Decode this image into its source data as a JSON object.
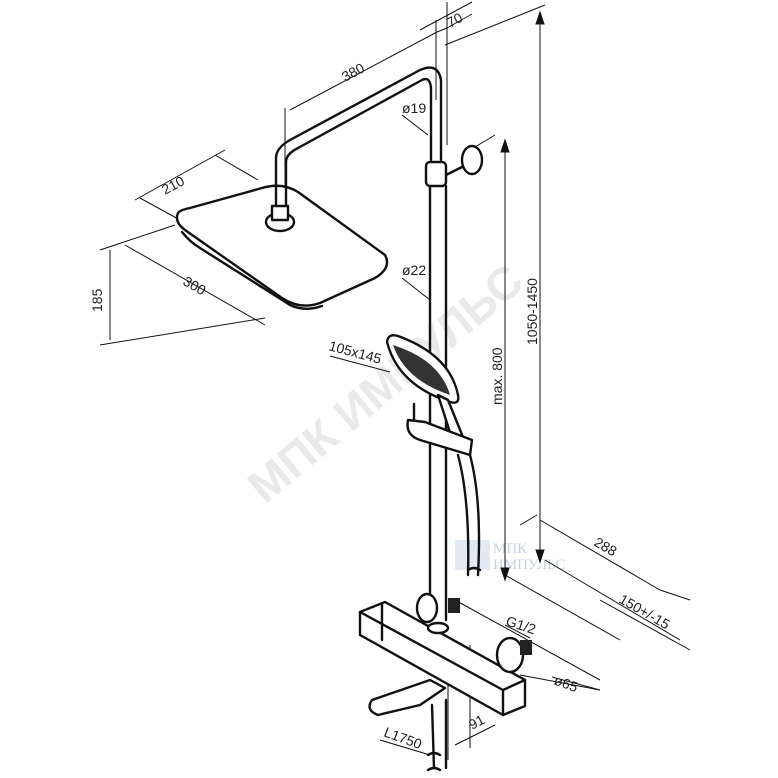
{
  "title": "Shower system dimension drawing",
  "watermark": "МПК ИМПУЛЬС",
  "logo": {
    "line1": "МПК",
    "line2": "ИМПУЛЬС"
  },
  "dimensions": {
    "arm_offset": "70",
    "arm_length": "380",
    "upper_pipe_diameter": "ø19",
    "head_depth": "210",
    "lower_pipe_diameter": "ø22",
    "head_height": "185",
    "head_width": "300",
    "hand_shower_size": "105x145",
    "holder_max_height": "max. 800",
    "total_height": "1050-1450",
    "depth": "288",
    "inlet_spacing": "150+/-15",
    "thread": "G1/2",
    "escutcheon_diameter": "ø65",
    "mixer_offset": "91",
    "hose_length": "L1750"
  }
}
